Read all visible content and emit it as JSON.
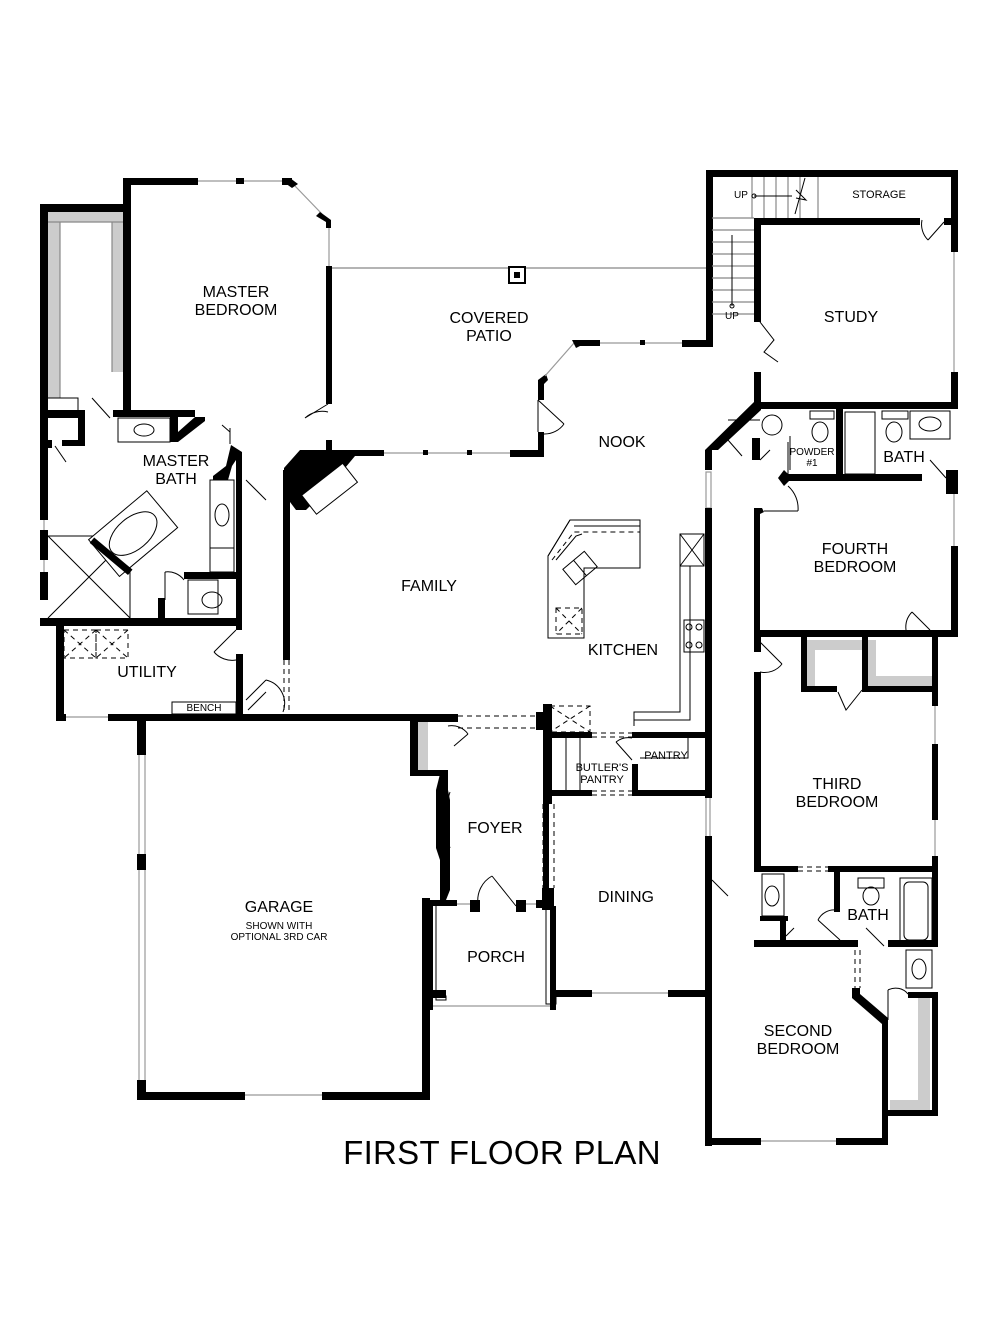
{
  "title": "FIRST FLOOR PLAN",
  "colors": {
    "wall": "#000000",
    "background": "#ffffff",
    "window": "#999999"
  },
  "rooms": {
    "master_bedroom": "MASTER\nBEDROOM",
    "master_bath": "MASTER\nBATH",
    "utility": "UTILITY",
    "bench": "BENCH",
    "covered_patio": "COVERED\nPATIO",
    "nook": "NOOK",
    "family": "FAMILY",
    "kitchen": "KITCHEN",
    "butlers_pantry": "BUTLER'S\nPANTRY",
    "pantry": "PANTRY",
    "foyer": "FOYER",
    "porch": "PORCH",
    "dining": "DINING",
    "garage": "GARAGE",
    "garage_note": "SHOWN WITH\nOPTIONAL 3RD CAR",
    "storage": "STORAGE",
    "study": "STUDY",
    "stair_up_top": "UP",
    "stair_up_bottom": "UP",
    "powder": "POWDER\n#1",
    "bath_upper": "BATH",
    "fourth_bedroom": "FOURTH\nBEDROOM",
    "third_bedroom": "THIRD\nBEDROOM",
    "bath_lower": "BATH",
    "second_bedroom": "SECOND\nBEDROOM"
  }
}
